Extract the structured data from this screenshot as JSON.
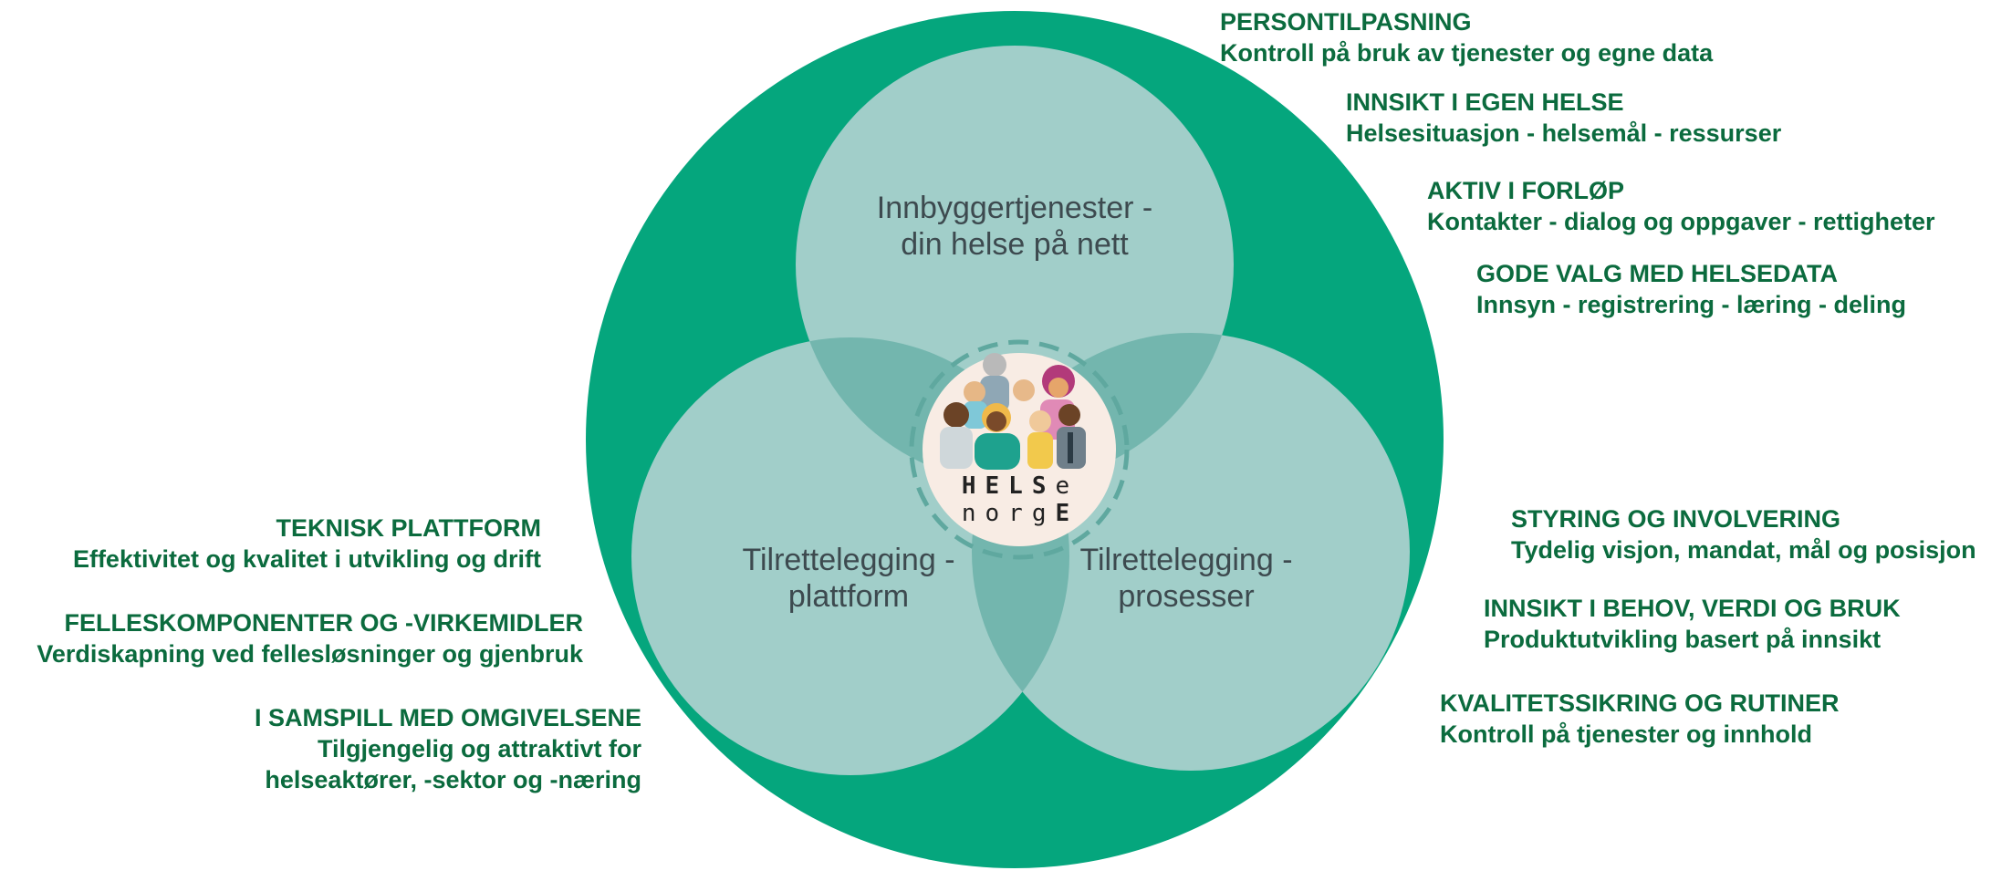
{
  "circles": {
    "top": {
      "line1": "Innbyggertjenester -",
      "line2": "din helse på nett"
    },
    "left": {
      "line1": "Tilrettelegging -",
      "line2": "plattform"
    },
    "right": {
      "line1": "Tilrettelegging -",
      "line2": "prosesser"
    }
  },
  "logo": {
    "line1_bold": "HELS",
    "line1_light": "e",
    "line2_light": "norg",
    "line2_bold": "E"
  },
  "callouts": {
    "persontilpasning": {
      "head": "PERSONTILPASNING",
      "sub": "Kontroll på bruk av tjenester og egne data"
    },
    "innsikt_helse": {
      "head": "INNSIKT I EGEN HELSE",
      "sub": "Helsesituasjon - helsemål - ressurser"
    },
    "aktiv": {
      "head": "AKTIV I FORLØP",
      "sub": "Kontakter - dialog og oppgaver - rettigheter"
    },
    "gode_valg": {
      "head": "GODE VALG MED HELSEDATA",
      "sub": "Innsyn - registrering - læring - deling"
    },
    "teknisk": {
      "head": "TEKNISK PLATTFORM",
      "sub": "Effektivitet og kvalitet i utvikling og drift"
    },
    "felles": {
      "head": "FELLESKOMPONENTER OG -VIRKEMIDLER",
      "sub": "Verdiskapning ved fellesløsninger og gjenbruk"
    },
    "samspill": {
      "head": "I SAMSPILL MED OMGIVELSENE",
      "sub1": "Tilgjengelig og attraktivt for",
      "sub2": "helseaktører, -sektor og -næring"
    },
    "styring": {
      "head": "STYRING OG INVOLVERING",
      "sub": "Tydelig visjon, mandat, mål og posisjon"
    },
    "innsikt_behov": {
      "head": "INNSIKT I BEHOV, VERDI OG BRUK",
      "sub": "Produktutvikling basert på innsikt"
    },
    "kvalitet": {
      "head": "KVALITETSSIKRING OG RUTINER",
      "sub": "Kontroll på tjenester og innhold"
    }
  },
  "colors": {
    "outer_green": "#05a67d",
    "inner_circle": "#a1cec9",
    "overlap": "#73b6ae",
    "text_green": "#0b6b3e",
    "center_bg": "#f8ece4"
  },
  "icons": {
    "people": "people-group-illustration"
  }
}
